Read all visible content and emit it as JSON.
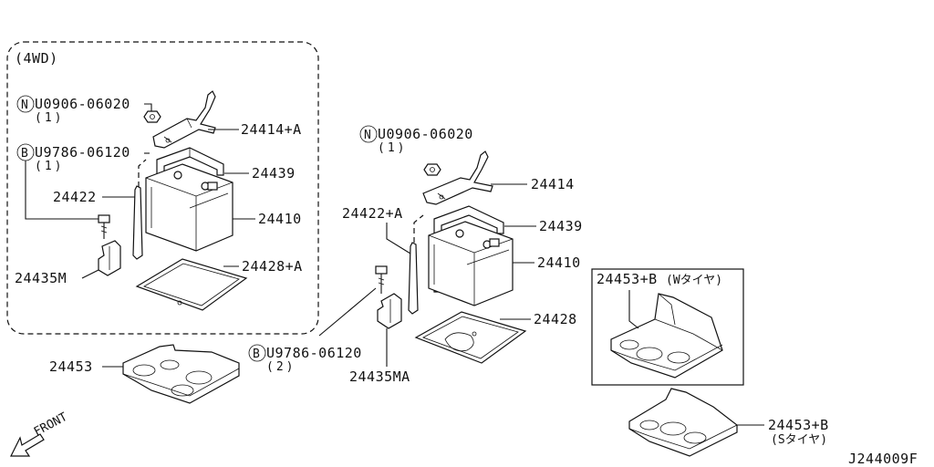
{
  "diagram": {
    "group_4wd_label": "(4WD)",
    "labels": {
      "nut_4wd_code": "U0906-06020",
      "nut_4wd_qty": "(1)",
      "bolt_4wd_code": "U9786-06120",
      "bolt_4wd_qty": "(1)",
      "holder_4wd": "24414+A",
      "battery_frame_4wd": "24439",
      "rod_4wd": "24422",
      "battery_4wd": "24410",
      "bracket_4wd": "24435M",
      "tray_4wd": "24428+A",
      "nut_code": "U0906-06020",
      "nut_qty": "(1)",
      "holder": "24414",
      "rod": "24422+A",
      "battery_frame": "24439",
      "battery": "24410",
      "tray": "24428",
      "bolt_code": "U9786-06120",
      "bolt_qty": "(2)",
      "bracket": "24435MA",
      "base_plate": "24453",
      "base_w_code": "24453+B",
      "base_w_note": "(Wタイヤ)",
      "base_s_code": "24453+B",
      "base_s_note": "(Sタイヤ)",
      "front": "FRONT",
      "diagram_id": "J244009F"
    },
    "symbols": {
      "nut_marker": "N",
      "bolt_marker": "B"
    }
  }
}
